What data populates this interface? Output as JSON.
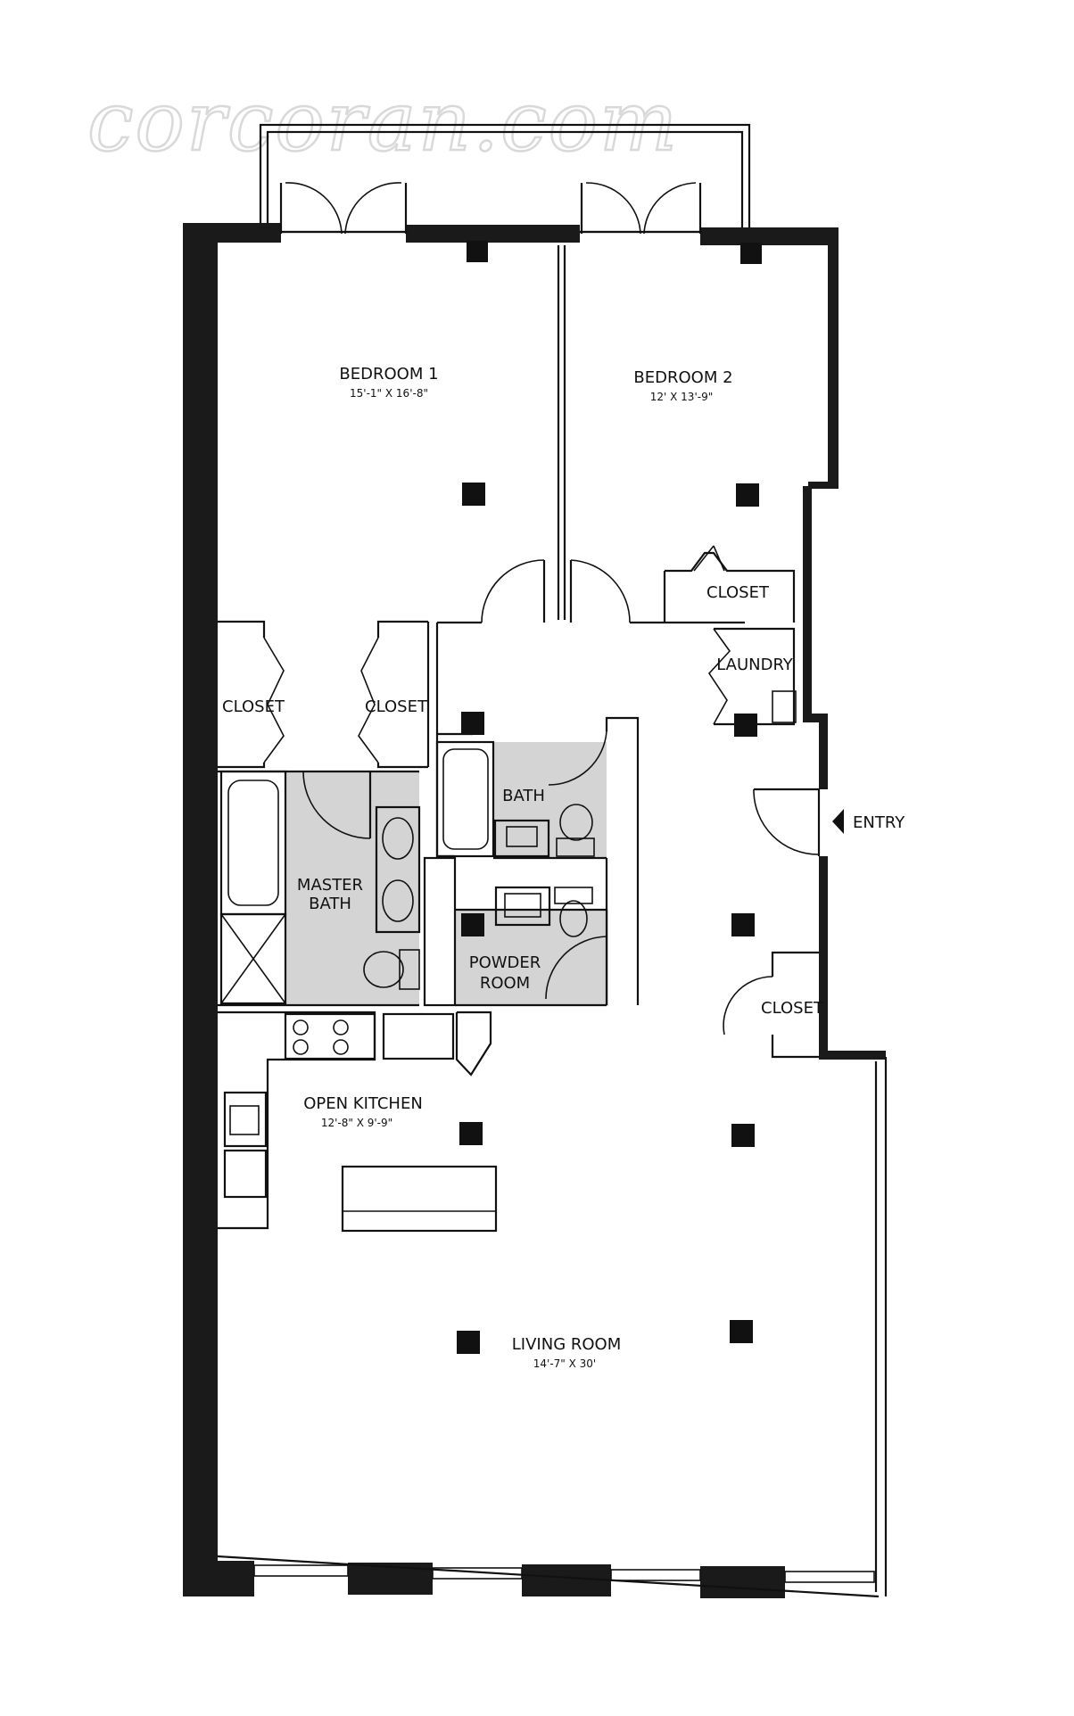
{
  "watermark": "corcoran.com",
  "rooms": {
    "bedroom1": {
      "name": "BEDROOM 1",
      "dims": "15'-1\" X 16'-8\""
    },
    "bedroom2": {
      "name": "BEDROOM 2",
      "dims": "12' X 13'-9\""
    },
    "closet_b2": {
      "name": "CLOSET"
    },
    "laundry": {
      "name": "LAUNDRY"
    },
    "closet_left": {
      "name": "CLOSET"
    },
    "closet_mid": {
      "name": "CLOSET"
    },
    "bath": {
      "name": "BATH"
    },
    "master_bath": {
      "line1": "MASTER",
      "line2": "BATH"
    },
    "powder_room": {
      "line1": "POWDER",
      "line2": "ROOM"
    },
    "entry": {
      "name": "ENTRY"
    },
    "closet_entry": {
      "name": "CLOSET"
    },
    "open_kitchen": {
      "name": "OPEN KITCHEN",
      "dims": "12'-8\" X 9'-9\""
    },
    "living_room": {
      "name": "LIVING ROOM",
      "dims": "14'-7\" X 30'"
    }
  }
}
